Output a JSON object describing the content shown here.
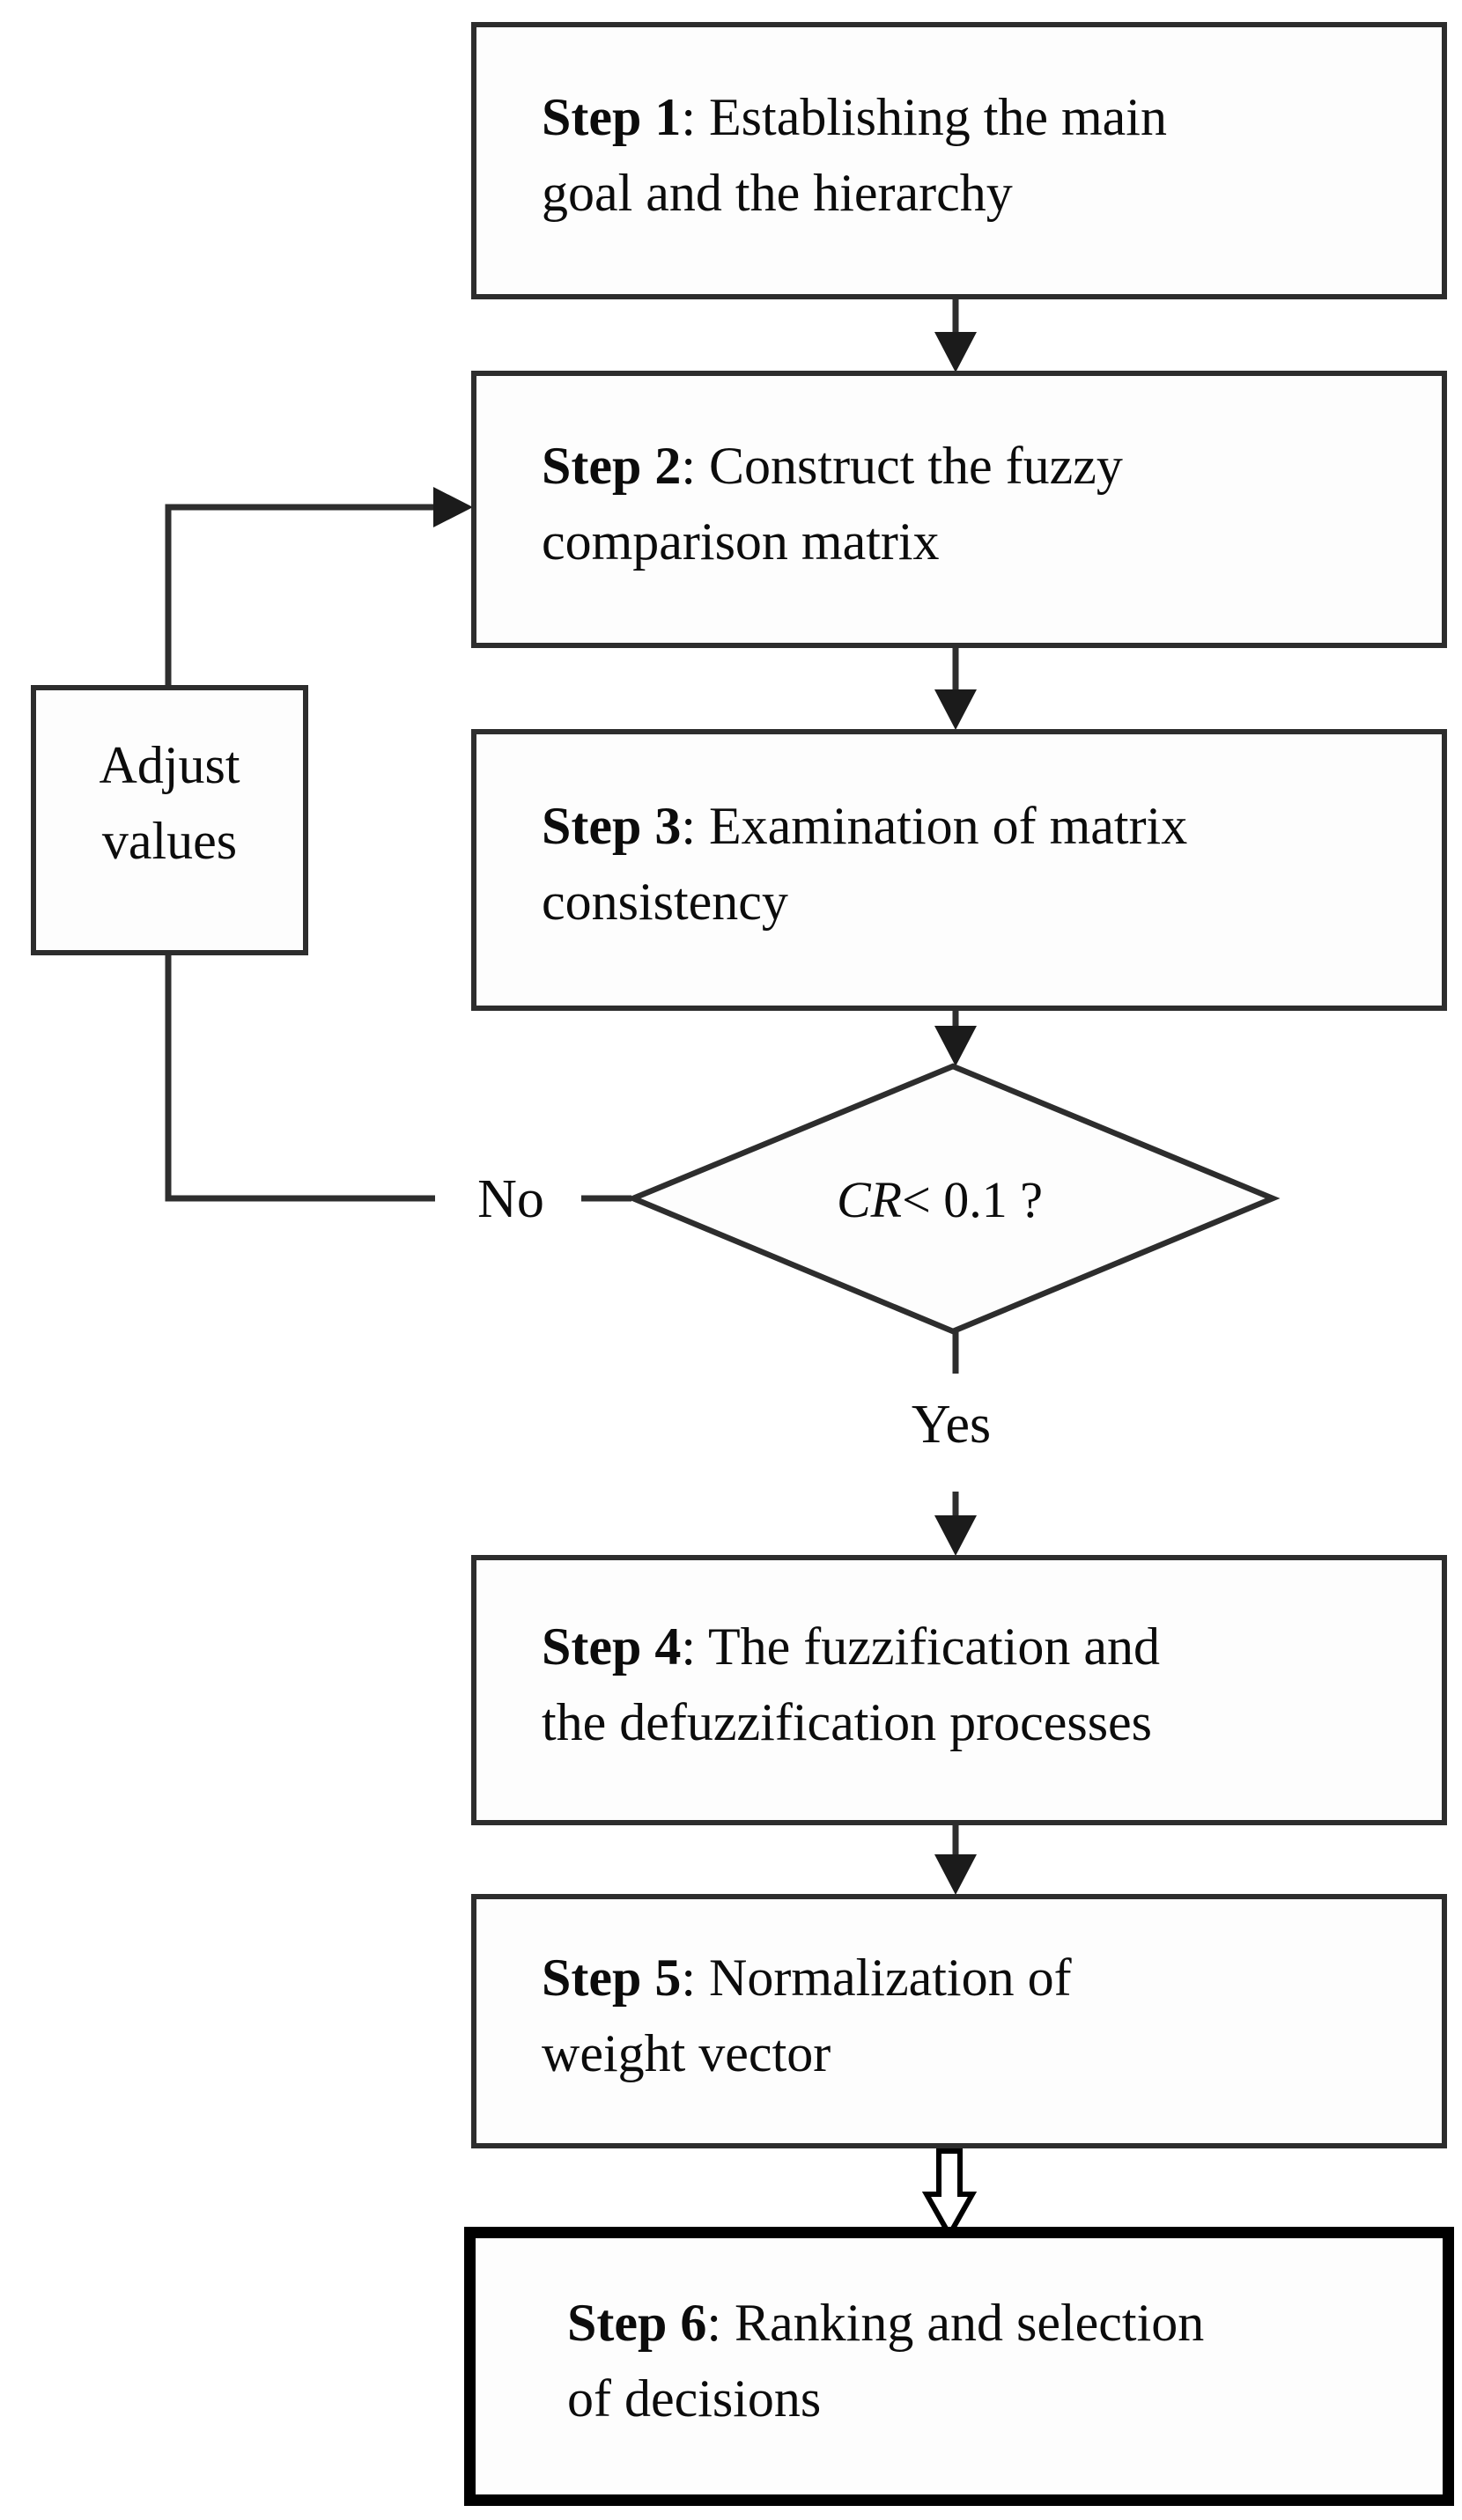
{
  "title": "Fuzzy AHP procedure flowchart",
  "steps": [
    {
      "label": "Step 1",
      "rest_line1": ": Establishing the main",
      "line2": "goal and the hierarchy"
    },
    {
      "label": "Step 2",
      "rest_line1": ": Construct the fuzzy",
      "line2": "comparison matrix"
    },
    {
      "label": "Step 3",
      "rest_line1": ": Examination of matrix",
      "line2": "consistency"
    },
    {
      "label": "Step 4",
      "rest_line1": ": The fuzzification and",
      "line2": "the defuzzification processes"
    },
    {
      "label": "Step 5",
      "rest_line1": ": Normalization of",
      "line2": "weight vector"
    },
    {
      "label": "Step 6",
      "rest_line1": ": Ranking and selection",
      "line2": "of decisions"
    }
  ],
  "adjust_box": {
    "line1": "Adjust",
    "line2": "values"
  },
  "decision": {
    "variable": "CR",
    "condition": " < 0.1 ?"
  },
  "branch_labels": {
    "no": "No",
    "yes": "Yes"
  },
  "colors": {
    "line": "#2e2e2e",
    "box_border": "#2d2d2d",
    "box_fill": "#fdfdfd",
    "emphasis_border": "#000000",
    "text": "#0c0c0c",
    "background": "#ffffff"
  }
}
